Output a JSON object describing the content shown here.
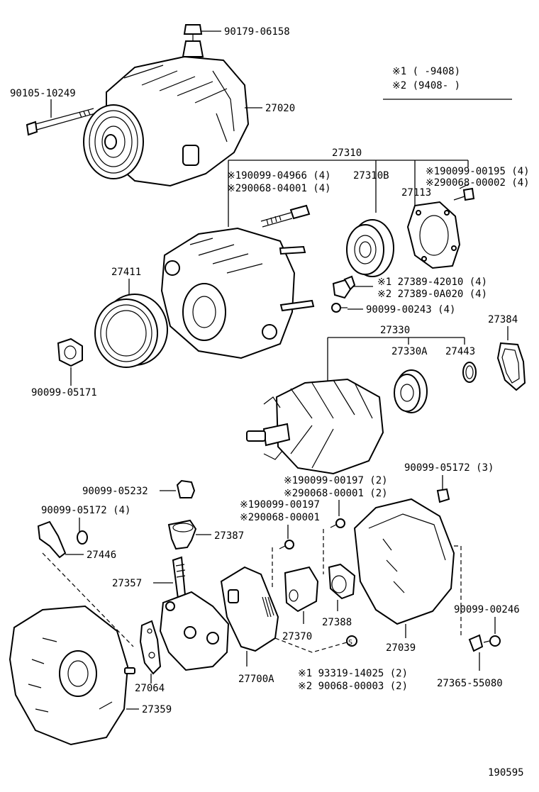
{
  "legend": {
    "note1": "※1 (     -9408)",
    "note2": "※2 (9408-     )"
  },
  "labels": {
    "bolt_top": "90179-06158",
    "bolt_left": "90105-10249",
    "alternator_assy": "27020",
    "coil_assy": "27310",
    "stud_l1": "※190099-04966 (4)",
    "stud_l2": "※290068-04001 (4)",
    "bearing_b": "27310B",
    "screw_r1": "※190099-00195 (4)",
    "screw_r2": "※290068-00002 (4)",
    "plate": "27113",
    "insulator_1": "※1 27389-42010 (4)",
    "insulator_2": "※2 27389-0A020 (4)",
    "bolt_mid": "90099-00243 (4)",
    "pulley": "27411",
    "nut": "90099-05171",
    "rotor": "27330",
    "bearing_a": "27330A",
    "ring": "27443",
    "retainer": "27384",
    "nut_r": "90099-05172 (3)",
    "screw_m1": "※190099-00197 (2)",
    "screw_m2": "※290068-00001 (2)",
    "screw_m3": "※190099-00197",
    "screw_m4": "※290068-00001",
    "cap": "90099-05232",
    "nut_l": "90099-05172 (4)",
    "terminal_ins": "27387",
    "plate_terminal": "27446",
    "rectifier": "27357",
    "brush_holder": "27370",
    "cover_brush": "27388",
    "rear_cover": "27039",
    "bolt_r": "90099-00246",
    "regulator": "27700A",
    "terminal_bolt": "27365-55080",
    "frame_gasket": "27064",
    "frame_end": "27359",
    "screw_b1": "※1 93319-14025 (2)",
    "screw_b2": "※2 90068-00003 (2)",
    "diagram_id": "190595"
  }
}
